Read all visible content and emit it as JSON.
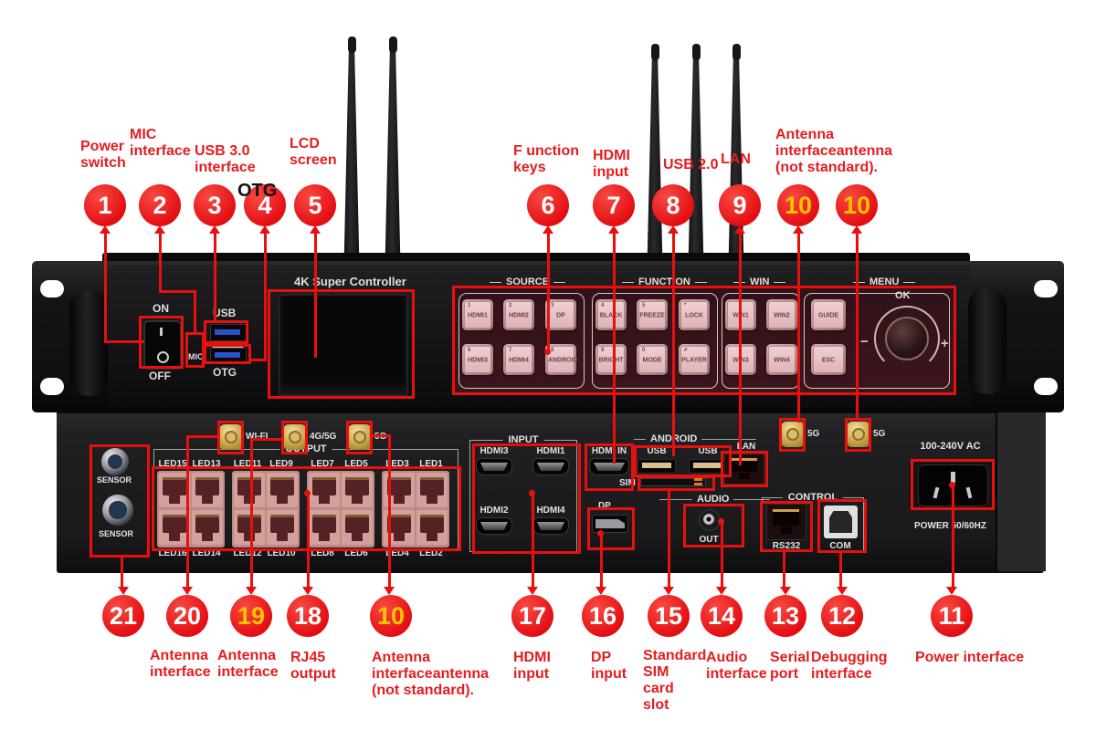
{
  "colors": {
    "annotation_red": "#e8100f",
    "callout_number_white": "#ffffff",
    "callout_number_yellow": "#fdc400",
    "label_red": "#e41d1f",
    "key_pink": "#eccdd0",
    "usb3_blue": "#2b52c8",
    "usb2_tan": "#d9c08e",
    "sma_gold": "#cba84d"
  },
  "callouts_top": [
    {
      "n": "1",
      "t": "Power\nswitch"
    },
    {
      "n": "2",
      "t": "MIC\ninterface"
    },
    {
      "n": "3",
      "t": "USB 3.0\ninterface"
    },
    {
      "n": "4",
      "t": "OTG"
    },
    {
      "n": "5",
      "t": "LCD\nscreen"
    },
    {
      "n": "6",
      "t": "F unction\nkeys"
    },
    {
      "n": "7",
      "t": "HDMI\ninput"
    },
    {
      "n": "8",
      "t": "USB 2.0"
    },
    {
      "n": "9",
      "t": "LAN"
    },
    {
      "n": "10",
      "t": "Antenna\ninterfaceantenna\n(not standard)."
    },
    {
      "n": "10",
      "t": ""
    }
  ],
  "callouts_bottom": [
    {
      "n": "21",
      "t": ""
    },
    {
      "n": "20",
      "t": "Antenna\ninterface"
    },
    {
      "n": "19",
      "t": "Antenna\ninterface"
    },
    {
      "n": "18",
      "t": "RJ45\noutput"
    },
    {
      "n": "10",
      "t": "Antenna\ninterfaceantenna\n(not standard)."
    },
    {
      "n": "17",
      "t": "HDMI\ninput"
    },
    {
      "n": "16",
      "t": "DP\ninput"
    },
    {
      "n": "15",
      "t": "Standard\nSIM\ncard\nslot"
    },
    {
      "n": "14",
      "t": "Audio\ninterface"
    },
    {
      "n": "13",
      "t": "Serial\nport"
    },
    {
      "n": "12",
      "t": "Debugging\ninterface"
    },
    {
      "n": "11",
      "t": "Power interface"
    }
  ],
  "device": {
    "title": "4K Super Controller",
    "on": "ON",
    "off": "OFF",
    "usb": "USB",
    "mic": "MIC",
    "otg": "OTG",
    "groups": {
      "source": {
        "title": "SOURCE",
        "keys": [
          {
            "n": "1",
            "t": "HDMI1"
          },
          {
            "n": "2",
            "t": "HDMI2"
          },
          {
            "n": "3",
            "t": "DP"
          },
          {
            "n": "6",
            "t": "HDMI3"
          },
          {
            "n": "7",
            "t": "HDMI4"
          },
          {
            "n": "8",
            "t": "ANDROID"
          }
        ]
      },
      "function": {
        "title": "FUNCTION",
        "keys": [
          {
            "n": "4",
            "t": "BLACK"
          },
          {
            "n": "5",
            "t": "FREEZE"
          },
          {
            "n": "*",
            "t": "LOCK"
          },
          {
            "n": "9",
            "t": "BRIGHT"
          },
          {
            "n": "0",
            "t": "MODE"
          },
          {
            "n": "#",
            "t": "PLAYER"
          }
        ]
      },
      "win": {
        "title": "WIN",
        "keys": [
          {
            "t": "WIN1"
          },
          {
            "t": "WIN2"
          },
          {
            "t": "WIN3"
          },
          {
            "t": "WIN4"
          }
        ]
      },
      "menu": {
        "title": "MENU",
        "keys": [
          {
            "t": "GUIDE"
          },
          {
            "t": "ESC"
          }
        ],
        "knob": {
          "ok": "OK",
          "minus": "−",
          "plus": "+"
        }
      }
    }
  },
  "rear": {
    "sensor1": "SENSOR",
    "sensor2": "SENSOR",
    "sma": [
      "WI-FI",
      "4G/5G",
      "5G",
      "5G",
      "5G"
    ],
    "output": {
      "title": "OUTPUT",
      "top": [
        "LED15",
        "LED13",
        "LED11",
        "LED9",
        "LED7",
        "LED5",
        "LED3",
        "LED1"
      ],
      "bottom": [
        "LED16",
        "LED14",
        "LED12",
        "LED10",
        "LED8",
        "LED6",
        "LED4",
        "LED2"
      ]
    },
    "input": {
      "title": "INPUT",
      "p": [
        "HDMI3",
        "HDMI1",
        "HDMI2",
        "HDMI4"
      ]
    },
    "android": {
      "title": "ANDROID",
      "hdmiin": "HDMI IN",
      "usb_a": "USB",
      "usb_b": "USB",
      "lan": "LAN",
      "sim": "SIM"
    },
    "audio": {
      "title": "AUDIO",
      "out": "OUT"
    },
    "dp": "DP",
    "control": {
      "title": "CONTROL",
      "rs232": "RS232",
      "com": "COM"
    },
    "power": {
      "ac": "100-240V AC",
      "hz": "POWER 50/60HZ"
    }
  }
}
